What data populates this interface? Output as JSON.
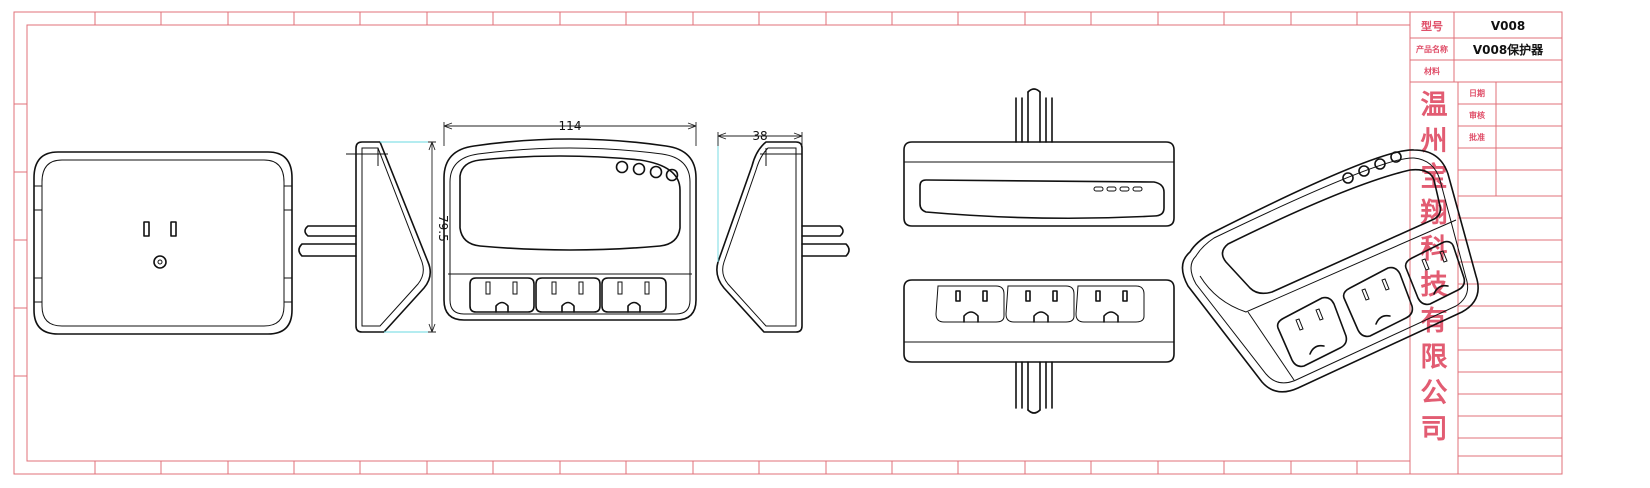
{
  "dimensions": {
    "width_value": "114",
    "height_value": "79.5",
    "depth_value": "38"
  },
  "title_block": {
    "model_label": "型号",
    "model_value": "V008",
    "product_name_label": "产品名称",
    "product_name_value": "V008保护器",
    "material_label": "材料",
    "date_label": "日期",
    "review_label": "审核",
    "approve_label": "批准",
    "company_chars": [
      "温",
      "州",
      "宝",
      "翔",
      "科",
      "技",
      "有",
      "限",
      "公",
      "司"
    ]
  },
  "colors": {
    "frame": "#e0707a",
    "company_text": "#e25c72",
    "line": "#111111",
    "dimension_guide": "#6ad8e0"
  }
}
